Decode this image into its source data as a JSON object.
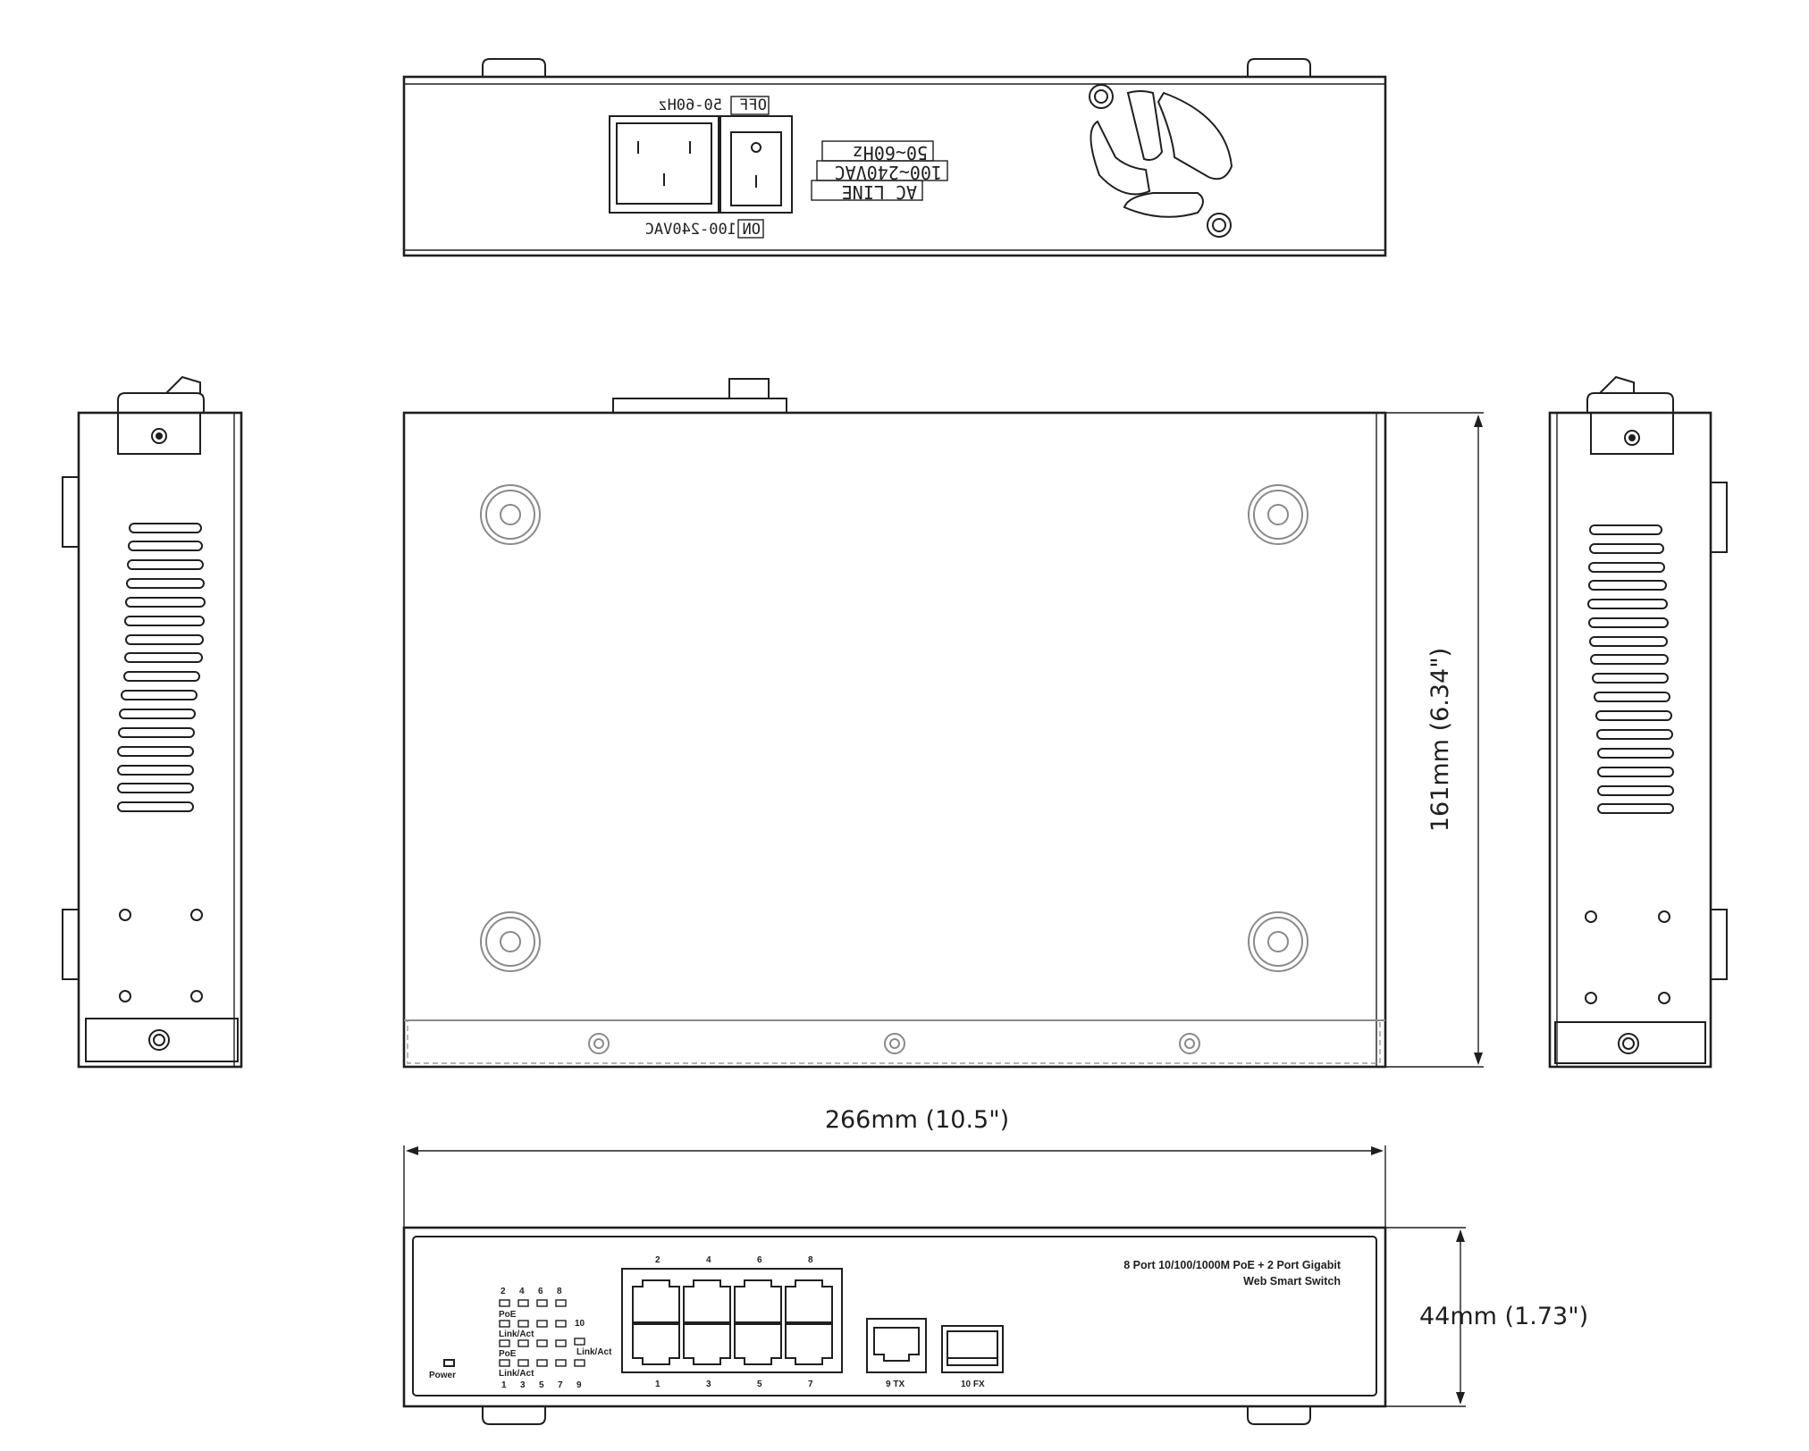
{
  "dimensions": {
    "width": "266mm (10.5\")",
    "depth": "161mm (6.34\")",
    "height": "44mm (1.73\")"
  },
  "rear_panel": {
    "power_rating": "100-240VAC",
    "frequency": "50-60Hz",
    "switch_on": "ON",
    "switch_off": "OFF",
    "label_line1": "AC LINE",
    "label_line2": "100~240VAC",
    "label_line3": "50~60Hz"
  },
  "front_panel": {
    "product_line1": "8 Port 10/100/1000M PoE + 2 Port Gigabit",
    "product_line2": "Web Smart Switch",
    "power_led": "Power",
    "poe_label": "PoE",
    "link_act_label": "Link/Act",
    "led_top_numbers": [
      "2",
      "4",
      "6",
      "8"
    ],
    "led_bottom_numbers": [
      "1",
      "3",
      "5",
      "7",
      "9"
    ],
    "led_port10": "10",
    "rj45_top_numbers": [
      "2",
      "4",
      "6",
      "8"
    ],
    "rj45_bottom_numbers": [
      "1",
      "3",
      "5",
      "7"
    ],
    "port9_label": "9 TX",
    "port10_label": "10 FX"
  }
}
